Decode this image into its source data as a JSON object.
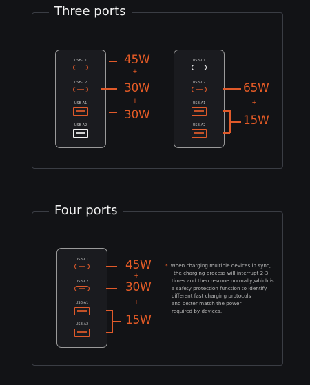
{
  "sections": {
    "three": {
      "title": "Three ports"
    },
    "four": {
      "title": "Four ports"
    }
  },
  "chargers": {
    "a": {
      "ports": [
        "USB-C1",
        "USB-C2",
        "USB-A1",
        "USB-A2"
      ],
      "watts": [
        "45W",
        "30W",
        "30W"
      ],
      "plus": [
        "+",
        "+"
      ]
    },
    "b": {
      "ports": [
        "USB-C1",
        "USB-C2",
        "USB-A1",
        "USB-A2"
      ],
      "watts": [
        "65W",
        "15W"
      ],
      "plus": [
        "+"
      ]
    },
    "c": {
      "ports": [
        "USB-C1",
        "USB-C2",
        "USB-A1",
        "USB-A2"
      ],
      "watts": [
        "45W",
        "30W",
        "15W"
      ],
      "plus": [
        "+",
        "+"
      ]
    }
  },
  "note": {
    "star": "*",
    "lines": [
      "When charging multiple devices in sync,",
      "the charging process will interrupt 2-3",
      "times and then resume normally,which is",
      "a safety protection function to identify",
      "different fast charging protocols",
      "and better match the power",
      "required by devices."
    ]
  },
  "colors": {
    "accent": "#e55b26",
    "background": "#121316",
    "port_inactive": "#f2f2f2"
  }
}
